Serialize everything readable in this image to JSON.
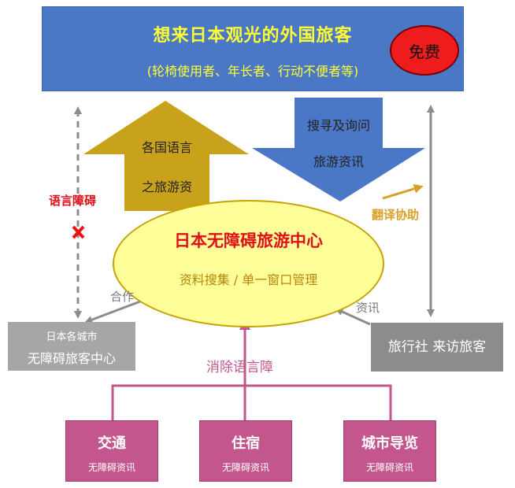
{
  "top": {
    "title": "想来日本观光的外国旅客",
    "subtitle": "(轮椅使用者、年长者、行动不便者等)",
    "free_badge": "免费"
  },
  "up_arrow": {
    "line1": "各国语言",
    "line2": "之旅游资"
  },
  "down_arrow": {
    "line1": "搜寻及询问",
    "line2": "旅游资讯"
  },
  "center": {
    "title": "日本无障碍旅游中心",
    "subtitle": "资料搜集 / 单一窗口管理"
  },
  "left_label": "语言障碍",
  "translate_label": "翻译协助",
  "cooperate_label": "合作",
  "info_label": "资讯",
  "eliminate_label": "消除语言障",
  "left_box": {
    "line1": "日本各城市",
    "line2": "无障碍旅客中心"
  },
  "right_box": {
    "text": "旅行社 来访旅客"
  },
  "bottom_boxes": [
    {
      "title": "交通",
      "sub": "无障碍资讯"
    },
    {
      "title": "住宿",
      "sub": "无障碍资讯"
    },
    {
      "title": "城市导览",
      "sub": "无障碍资讯"
    }
  ],
  "colors": {
    "top_blue": "#4a78c6",
    "gold": "#c9a21b",
    "ellipse": "#ffff99",
    "red": "#e0101a",
    "pink": "#c3578d",
    "gray": "#a6a6a6"
  }
}
